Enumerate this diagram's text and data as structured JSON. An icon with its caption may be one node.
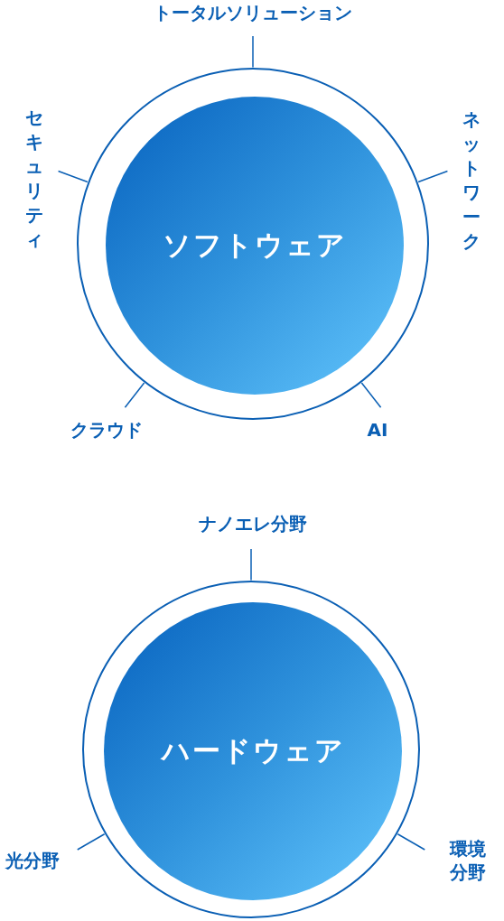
{
  "diagram": {
    "nodes": [
      {
        "text": [],
        "shape": "circle"
      },
      {
        "text": [
          "ソフトウェア"
        ],
        "in": 0
      },
      {
        "text": [
          "トータルソリューション"
        ]
      },
      {
        "text": [
          "セキュリティ"
        ]
      },
      {
        "text": [
          "ネットワーク"
        ]
      },
      {
        "text": [
          "クラウド"
        ]
      },
      {
        "text": [
          "AI"
        ]
      },
      {
        "text": [],
        "shape": "circle"
      },
      {
        "text": [
          "ハードウェア"
        ],
        "in": 7
      },
      {
        "text": [
          "ナノエレ分野"
        ]
      },
      {
        "text": [
          "光分野"
        ]
      },
      {
        "text": [
          "環境分野"
        ]
      }
    ],
    "edges": [
      {
        "from": 2,
        "to": 0,
        "arrow": "none"
      },
      {
        "from": 3,
        "to": 0,
        "arrow": "none"
      },
      {
        "from": 4,
        "to": 0,
        "arrow": "none"
      },
      {
        "from": 5,
        "to": 0,
        "arrow": "none"
      },
      {
        "from": 6,
        "to": 0,
        "arrow": "none"
      },
      {
        "from": 9,
        "to": 7,
        "arrow": "none"
      },
      {
        "from": 10,
        "to": 7,
        "arrow": "none"
      },
      {
        "from": 11,
        "to": 7,
        "arrow": "none"
      }
    ]
  }
}
